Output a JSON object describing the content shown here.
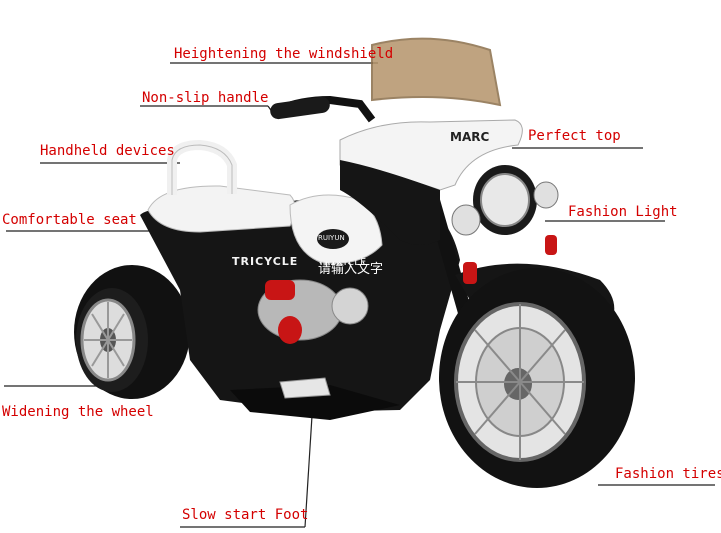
{
  "labels": {
    "windshield": "Heightening the windshield",
    "handle": "Non-slip handle",
    "handheld": "Handheld devices",
    "seat": "Comfortable seat",
    "perfect_top": "Perfect top",
    "fashion_light": "Fashion Light",
    "wheel": "Widening the wheel",
    "tires": "Fashion tires",
    "foot": "Slow start Foot"
  },
  "product": {
    "tank_badge": "RUIYUN",
    "body_text": "TRICYCLE",
    "fairing_text": "MARC"
  },
  "watermark": "请输入文字",
  "colors": {
    "label": "#d40000",
    "body_black": "#151515",
    "body_white": "#f4f4f4",
    "chrome": "#c8c8c8"
  }
}
